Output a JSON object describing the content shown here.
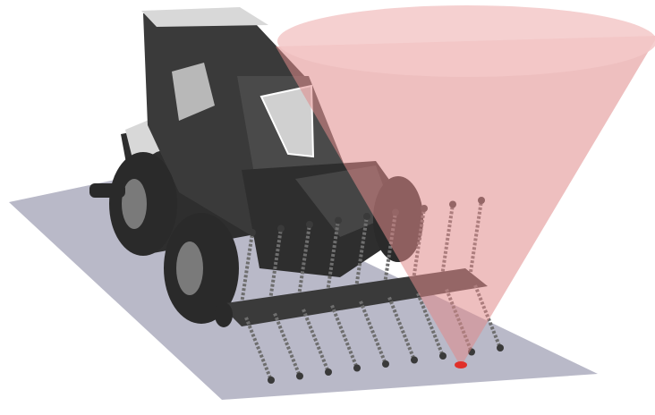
{
  "colors": {
    "background": "#ffffff",
    "ground": "#b9b9c8",
    "body_dark": "#2e2e2e",
    "body_mid": "#4a4a4a",
    "body_light": "#d8d8d8",
    "window": "#b8b8b8",
    "tire": "#2a2a2a",
    "hub": "#7a7a7a",
    "chain": "#6e6e6e",
    "roller": "#3a3a3a",
    "cone_fill": "#e08a8a",
    "cone_top": "#f3c8c8",
    "hotspot": "#e0302a"
  },
  "scene": {
    "vehicle": "skid-steer-loader",
    "attachment": "rotating-chain-flail",
    "sensor": "detection-cone"
  }
}
